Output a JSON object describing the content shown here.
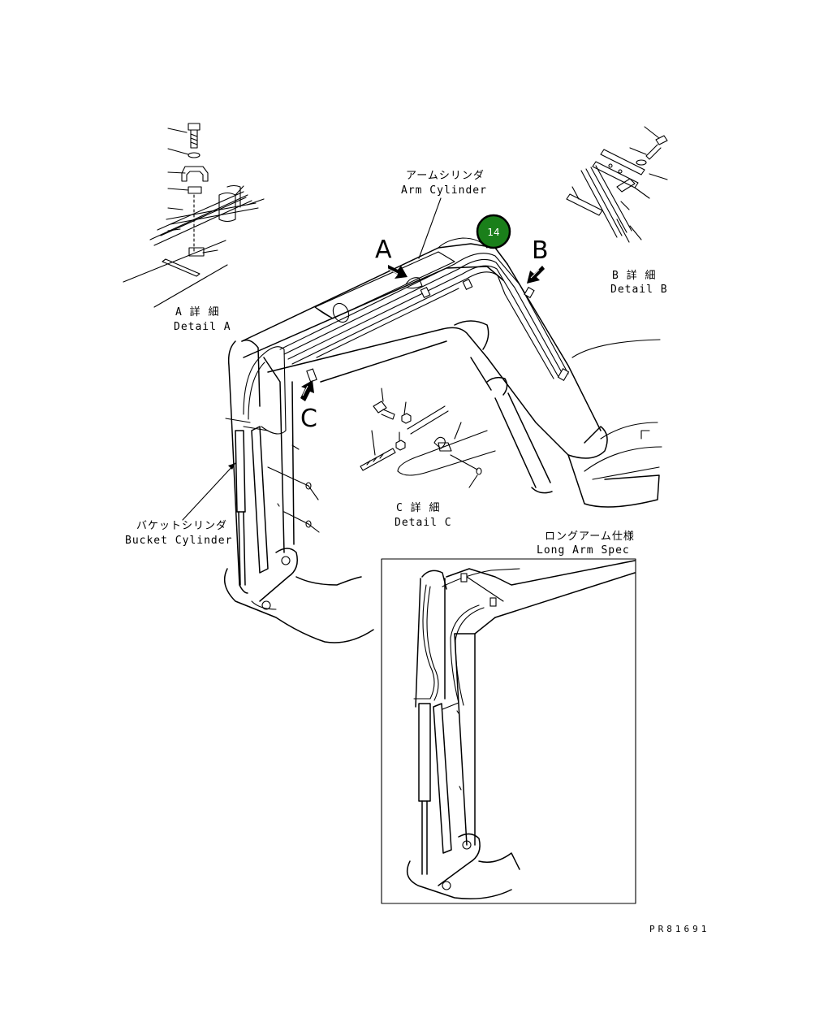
{
  "labels": {
    "arm_cylinder_jp": "アームシリンダ",
    "arm_cylinder_en": "Arm Cylinder",
    "detail_a_jp": "A 詳 細",
    "detail_a_en": "Detail A",
    "detail_b_jp": "B 詳 細",
    "detail_b_en": "Detail B",
    "detail_c_jp": "C 詳 細",
    "detail_c_en": "Detail C",
    "bucket_cylinder_jp": "バケットシリンダ",
    "bucket_cylinder_en": "Bucket Cylinder",
    "long_arm_jp": "ロングアーム仕様",
    "long_arm_en": "Long Arm Spec",
    "view_a": "A",
    "view_b": "B",
    "view_c": "C"
  },
  "callout": {
    "number": "14",
    "color": "#1a7f1a"
  },
  "drawing_code": "PR81691"
}
